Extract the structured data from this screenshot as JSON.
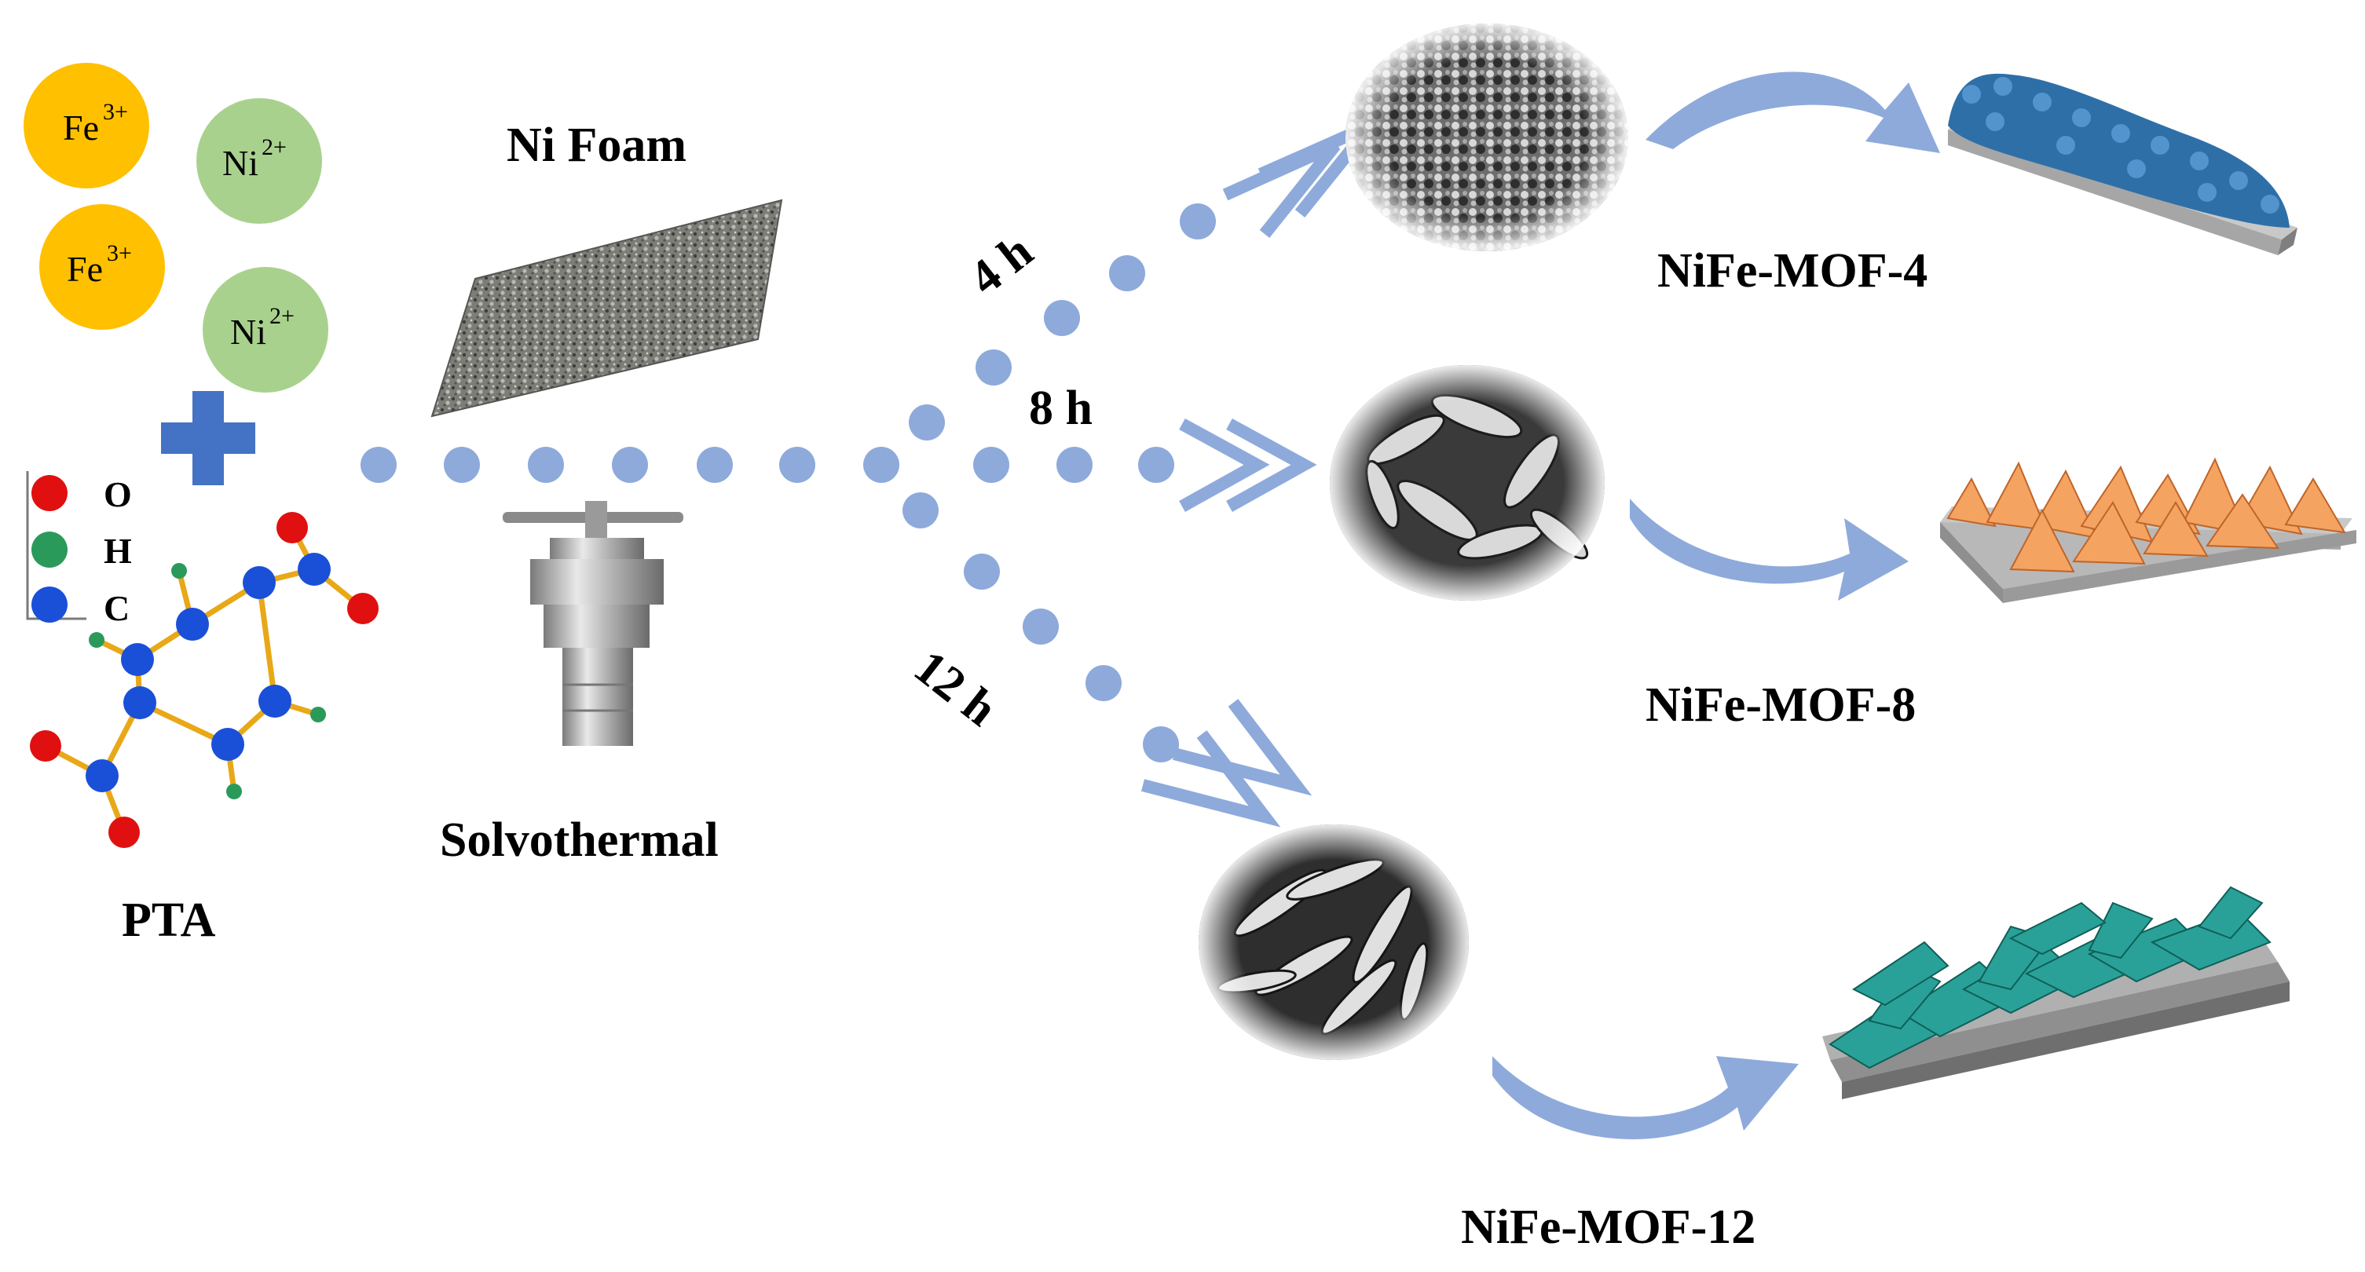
{
  "ions": [
    {
      "symbol": "Fe",
      "charge": "3+",
      "color": "#ffc000"
    },
    {
      "symbol": "Ni",
      "charge": "2+",
      "color": "#a9d18e"
    },
    {
      "symbol": "Fe",
      "charge": "3+",
      "color": "#ffc000"
    },
    {
      "symbol": "Ni",
      "charge": "2+",
      "color": "#a9d18e"
    }
  ],
  "legend": [
    {
      "label": "O",
      "color": "#e01010"
    },
    {
      "label": "H",
      "color": "#2a9a5a"
    },
    {
      "label": "C",
      "color": "#1a4fd8"
    }
  ],
  "labels": {
    "ligand": "PTA",
    "substrate": "Ni Foam",
    "method": "Solvothermal",
    "time_4": "4 h",
    "time_8": "8 h",
    "time_12": "12 h",
    "product_4": "NiFe-MOF-4",
    "product_8": "NiFe-MOF-8",
    "product_12": "NiFe-MOF-12"
  },
  "colors": {
    "accent_blue": "#8eaadb",
    "plus_blue": "#4472c4",
    "mof4": "#2f6fa8",
    "mof8": "#f4a460",
    "mof12": "#2aa198",
    "base_gray": "#a6a6a6"
  }
}
